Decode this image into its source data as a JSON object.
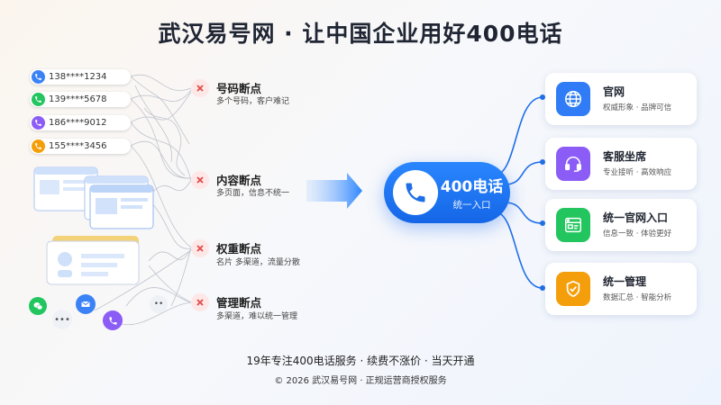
{
  "title": "武汉易号网 · 让中国企业用好400电话",
  "phones": [
    {
      "number": "138****1234",
      "color": "#3b82f6"
    },
    {
      "number": "139****5678",
      "color": "#22c55e"
    },
    {
      "number": "186****9012",
      "color": "#8b5cf6"
    },
    {
      "number": "155****3456",
      "color": "#f59e0b"
    }
  ],
  "breakpoints": [
    {
      "title": "号码断点",
      "desc": "多个号码，客户难记"
    },
    {
      "title": "内容断点",
      "desc": "多页面，信息不统一"
    },
    {
      "title": "权重断点",
      "desc": "名片 多渠道，流量分散"
    },
    {
      "title": "管理断点",
      "desc": "多渠道，难以统一管理"
    }
  ],
  "hub": {
    "title": "400电话",
    "subtitle": "统一入口"
  },
  "cards": [
    {
      "title": "官网",
      "desc": "权威形象 · 品牌可信",
      "icon": "globe-icon",
      "color": "#2f7cf6"
    },
    {
      "title": "客服坐席",
      "desc": "专业接听 · 高效响应",
      "icon": "headset-icon",
      "color": "#8b5cf6"
    },
    {
      "title": "统一官网入口",
      "desc": "信息一致 · 体验更好",
      "icon": "browser-icon",
      "color": "#22c55e"
    },
    {
      "title": "统一管理",
      "desc": "数据汇总 · 智能分析",
      "icon": "shield-check-icon",
      "color": "#f59e0b"
    }
  ],
  "footer": {
    "line1": "19年专注400电话服务 · 续费不涨价 · 当天开通",
    "line2": "© 2026 武汉易号网 · 正规运营商授权服务"
  }
}
